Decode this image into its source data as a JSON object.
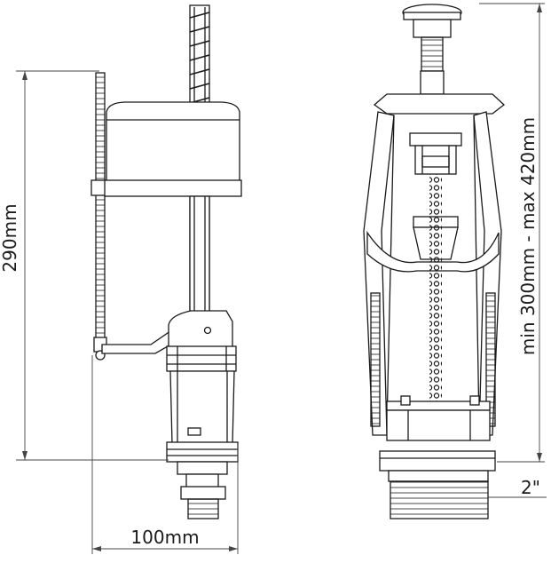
{
  "dimensions": {
    "height_left": "290mm",
    "width_bottom": "100mm",
    "height_right": "min 300mm - max 420mm",
    "thread_size": "2\""
  },
  "colors": {
    "line": "#1a1a1a",
    "fill": "#ffffff",
    "dim": "#444444"
  }
}
